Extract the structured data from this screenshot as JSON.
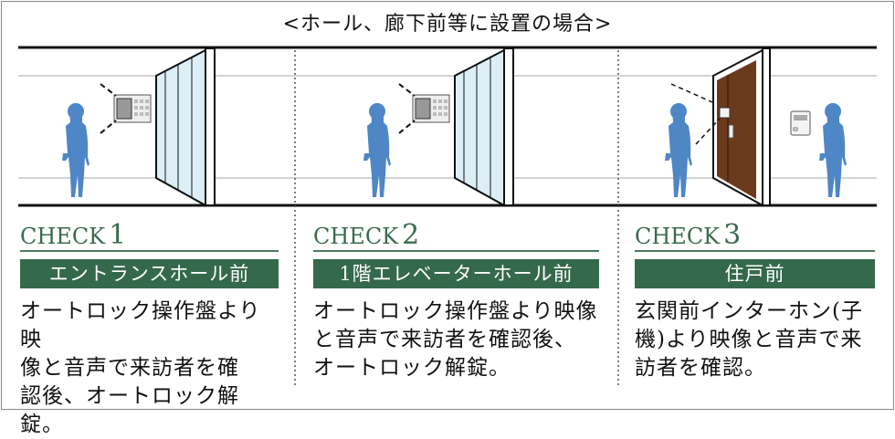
{
  "title": "<ホール、廊下前等に設置の場合>",
  "colors": {
    "accent_green": "#35694b",
    "figure_blue": "#4f86c6",
    "door_brown": "#6b3a1c",
    "glass": "#dceef6"
  },
  "checks": [
    {
      "check_label": "CHECK",
      "number": "1",
      "location": "エントランスホール前",
      "description": "オートロック操作盤より映\n像と音声で来訪者を確\n認後、オートロック解錠。"
    },
    {
      "check_label": "CHECK",
      "number": "2",
      "location": "1階エレベーターホール前",
      "description": "オートロック操作盤より映像\nと音声で来訪者を確認後、\nオートロック解錠。"
    },
    {
      "check_label": "CHECK",
      "number": "3",
      "location": "住戸前",
      "description": "玄関前インターホン(子\n機)より映像と音声で来\n訪者を確認。"
    }
  ]
}
